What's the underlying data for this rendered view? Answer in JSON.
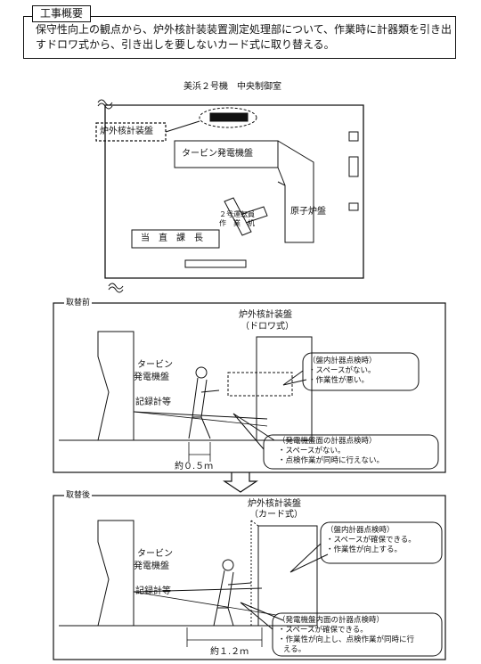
{
  "summary": {
    "tag": "工事概要",
    "text": "保守性向上の観点から、炉外核計装装置測定処理部について、作業時に計器類を引き出すドロワ式から、引き出しを要しないカード式に取り替える。"
  },
  "plan": {
    "title": "美浜２号機　中央制御室",
    "excore_label": "炉外核計装盤",
    "turbine_label": "タービン発電機盤",
    "operator_desk_line1": "２号運転員",
    "operator_desk_line2": "作　業　机",
    "reactor_label": "原子炉盤",
    "chief_label": "当　直　課　長"
  },
  "before": {
    "tag": "取替前",
    "panel_title": "炉外核計装盤",
    "panel_type": "（ドロワ式）",
    "turbine_line1": "タービン",
    "turbine_line2": "発電機盤",
    "recorder_label": "記録計等",
    "distance": "約０.５ｍ",
    "bubble1_title": "（盤内計器点検時）",
    "bubble1_line1": "・スペースがない。",
    "bubble1_line2": "・作業性が悪い。",
    "bubble2_title": "（発電機盤面の計器点検時）",
    "bubble2_line1": "・スペースがない。",
    "bubble2_line2": "・点検作業が同時に行えない。"
  },
  "after": {
    "tag": "取替後",
    "panel_title": "炉外核計装盤",
    "panel_type": "（カード式）",
    "turbine_line1": "タービン",
    "turbine_line2": "発電機盤",
    "recorder_label": "記録計等",
    "distance": "約１.２ｍ",
    "bubble1_title": "（盤内計器点検時）",
    "bubble1_line1": "・スペースが確保できる。",
    "bubble1_line2": "・作業性が向上する。",
    "bubble2_title": "（発電機盤内面の計器点検時）",
    "bubble2_line1": "・スペースが確保できる。",
    "bubble2_line2": "・作業性が向上し、点検作業が同時に行",
    "bubble2_line3": "える。"
  }
}
